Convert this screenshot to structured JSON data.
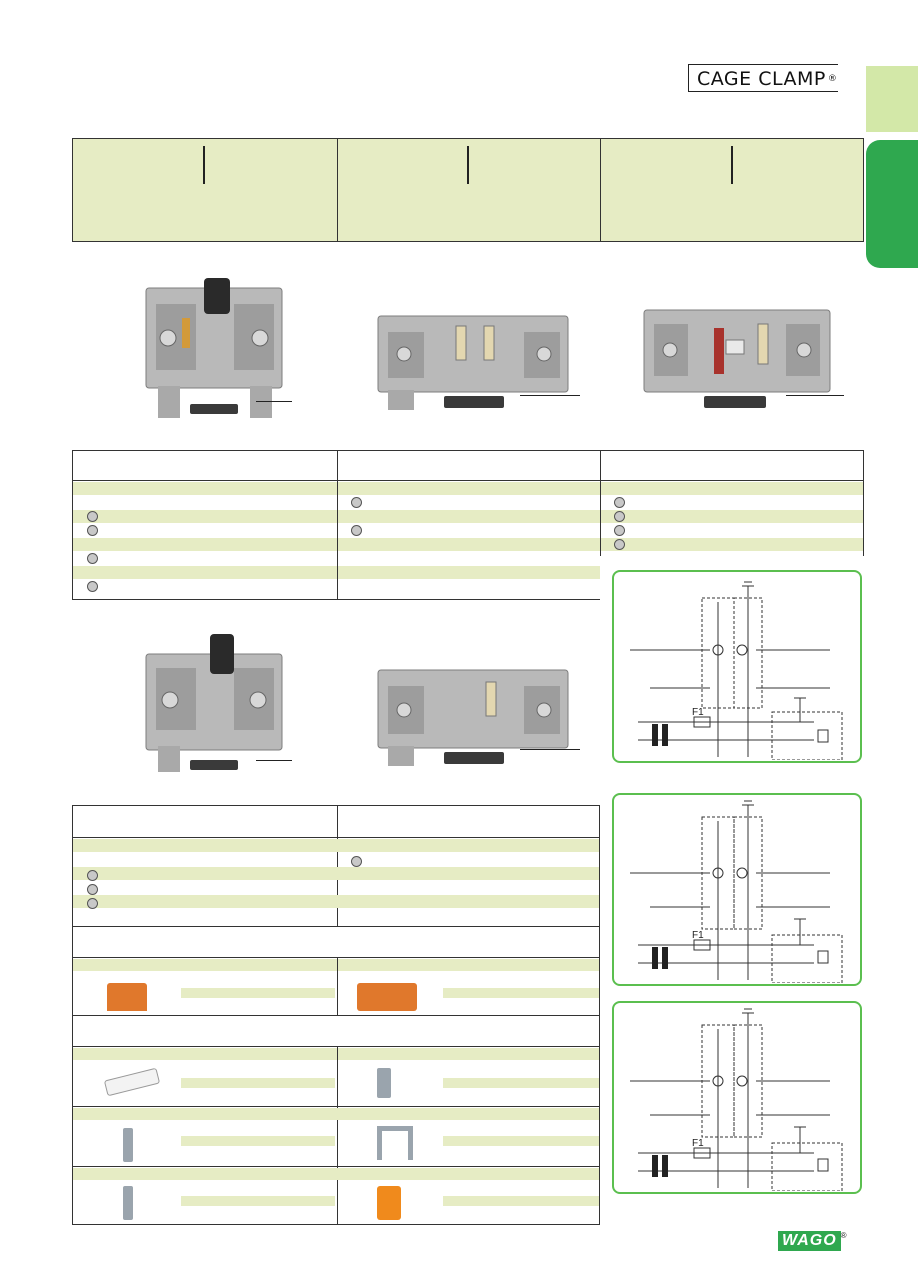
{
  "brand": {
    "cage_clamp": "CAGE CLAMP",
    "cage_clamp_reg": "®",
    "wago_logo": "WAGO",
    "wago_reg": "®",
    "tab_green": "#2fa84f",
    "tab_light": "#d3e8a8",
    "table_fill": "#e6ecc4",
    "diagram_border": "#5bbf4f"
  },
  "diagrams": {
    "fuse_label": "F1"
  },
  "icons": [
    "cage-clamp-logo",
    "fuse-terminal-block-photo",
    "disconnect-terminal-block-photo",
    "knife-disconnect-terminal-block-photo",
    "end-plate-photo",
    "glass-fuse-photo",
    "jumper-photo",
    "test-plug-photo",
    "marker-carrier-photo",
    "circuit-diagram",
    "wago-logo"
  ]
}
